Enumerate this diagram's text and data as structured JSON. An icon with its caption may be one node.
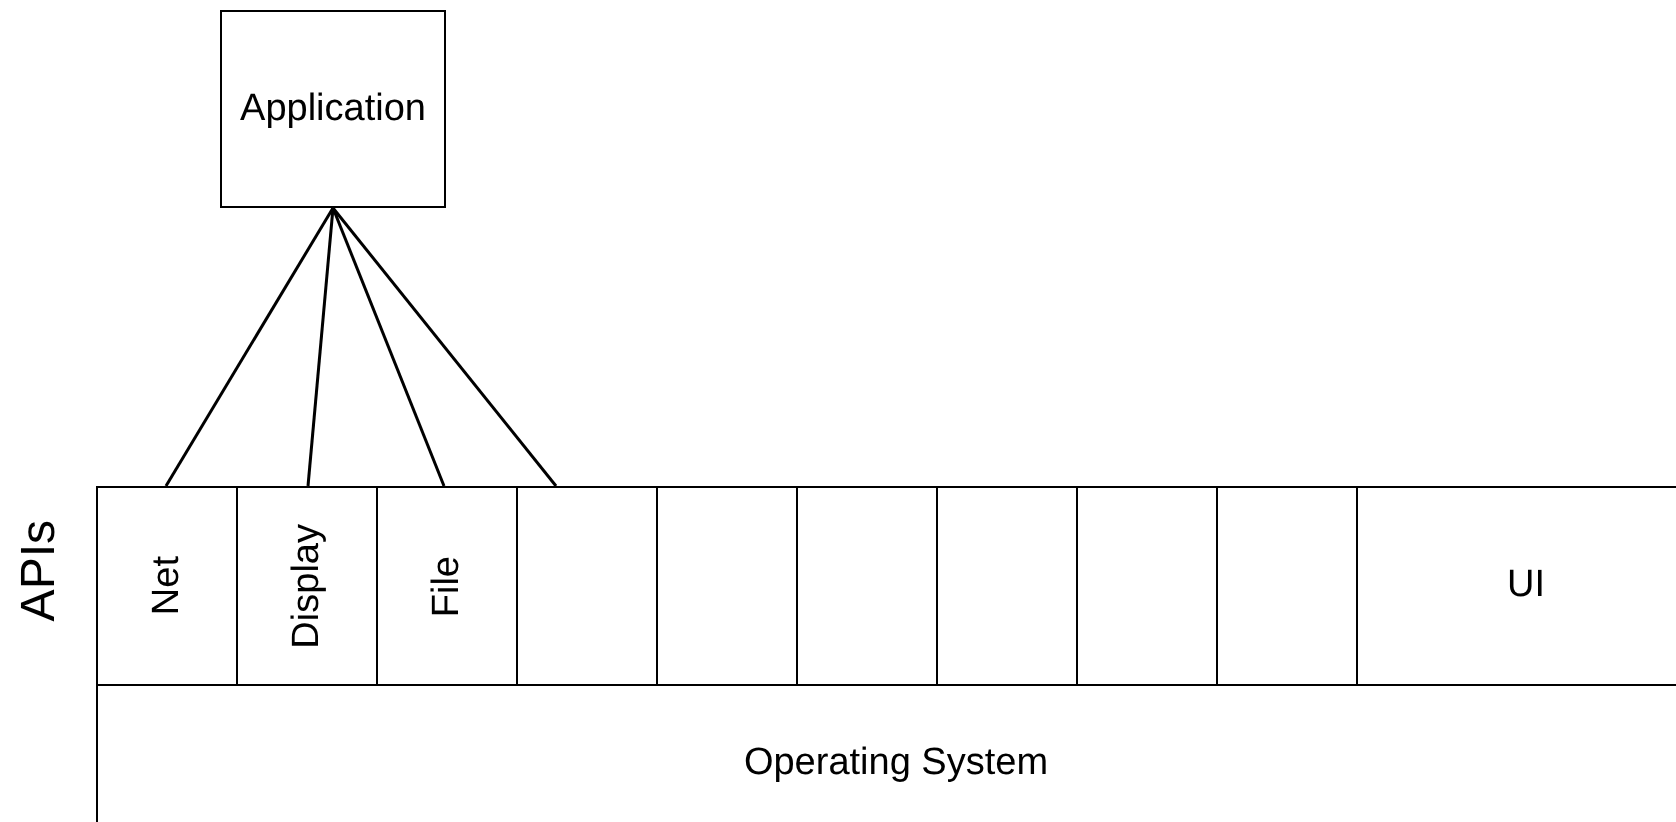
{
  "diagram": {
    "nodes": [
      {
        "text": [
          "Application"
        ]
      },
      {
        "text": [
          "Net"
        ]
      },
      {
        "text": [
          "Display"
        ]
      },
      {
        "text": [
          "File"
        ]
      },
      {
        "text": [],
        "shape": "box"
      },
      {
        "text": [],
        "shape": "box"
      },
      {
        "text": [],
        "shape": "box"
      },
      {
        "text": [],
        "shape": "box"
      },
      {
        "text": [],
        "shape": "box"
      },
      {
        "text": [],
        "shape": "box"
      },
      {
        "text": [
          "UI"
        ]
      },
      {
        "text": [
          "Operating System"
        ]
      }
    ],
    "edges": [
      {
        "from": 0,
        "to": 1,
        "arrow": "none"
      },
      {
        "from": 0,
        "to": 2,
        "arrow": "none"
      },
      {
        "from": 0,
        "to": 3,
        "arrow": "none"
      },
      {
        "from": 0,
        "to": 4,
        "arrow": "none"
      }
    ],
    "labels": [
      "APIs"
    ]
  }
}
